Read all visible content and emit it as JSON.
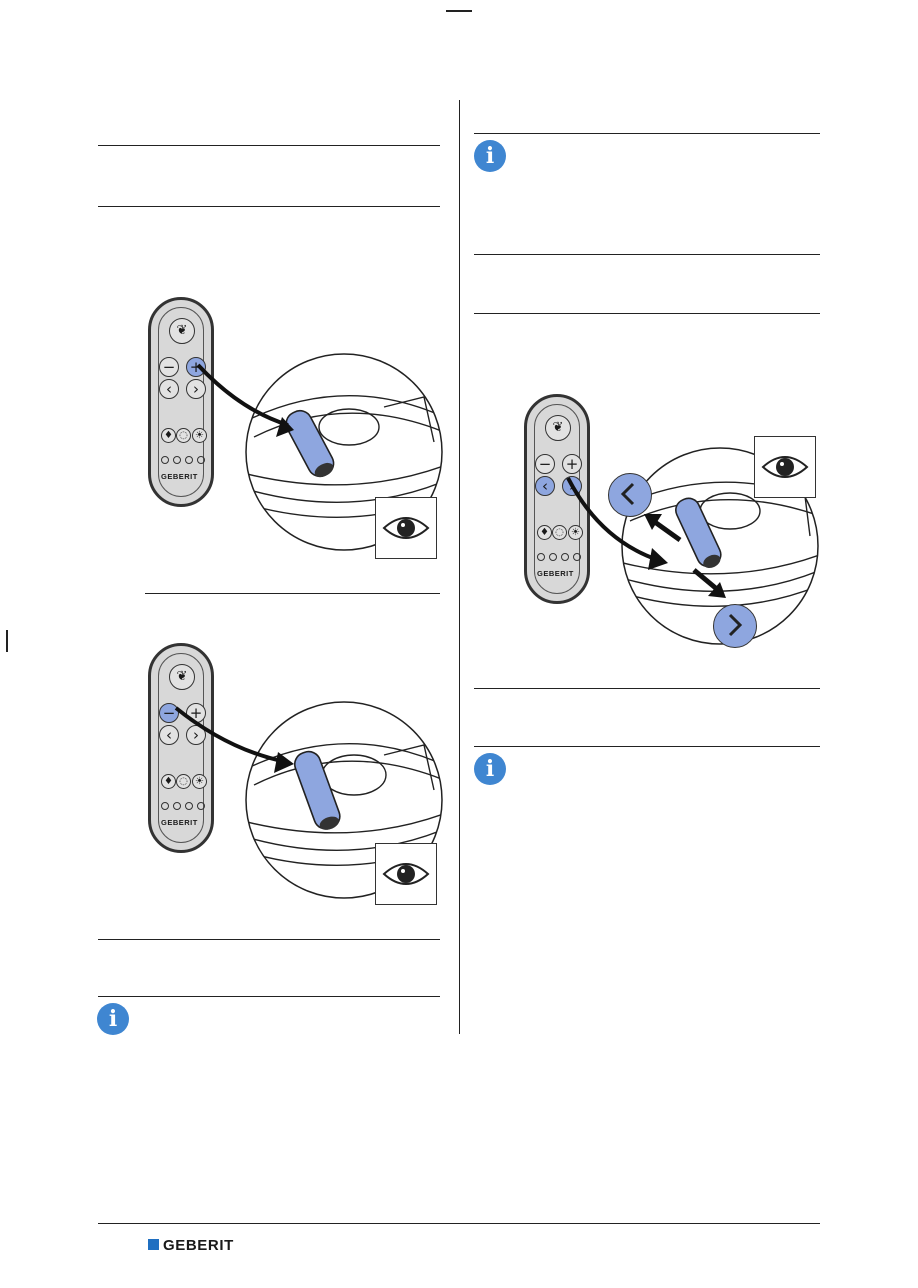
{
  "page": {
    "top_mark": "—",
    "footer_brand": "GEBERIT"
  },
  "figures": {
    "remote_brand": "GEBERIT",
    "figure1_highlight": "plus-button",
    "figure2_highlight": "minus-button",
    "figure3_highlight": "left-right-buttons"
  },
  "icons": {
    "info": "info-icon",
    "eye": "eye-icon",
    "arrow_left": "chevron-left-icon",
    "arrow_right": "chevron-right-icon"
  },
  "colors": {
    "accent_blue": "#3f86d1",
    "highlight_button": "#8ea6df",
    "brand_square": "#1f6fc1"
  }
}
